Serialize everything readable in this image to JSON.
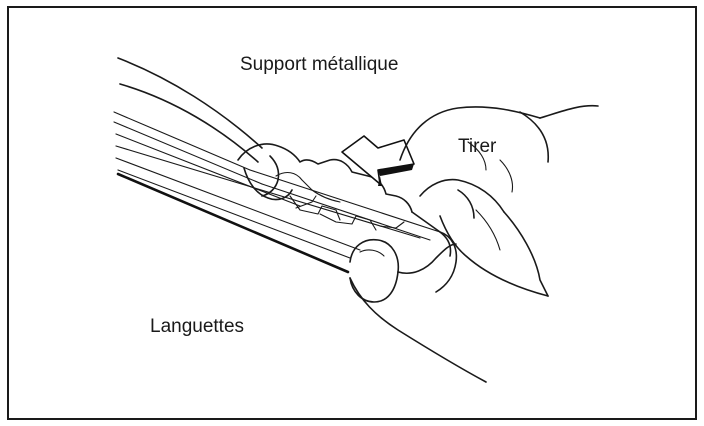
{
  "labels": {
    "support": "Support métallique",
    "pull": "Tirer",
    "tabs": "Languettes"
  },
  "colors": {
    "ink": "#1a1a1a",
    "background": "#ffffff"
  },
  "icons": {
    "pull_direction": "pull-arrow-icon"
  }
}
